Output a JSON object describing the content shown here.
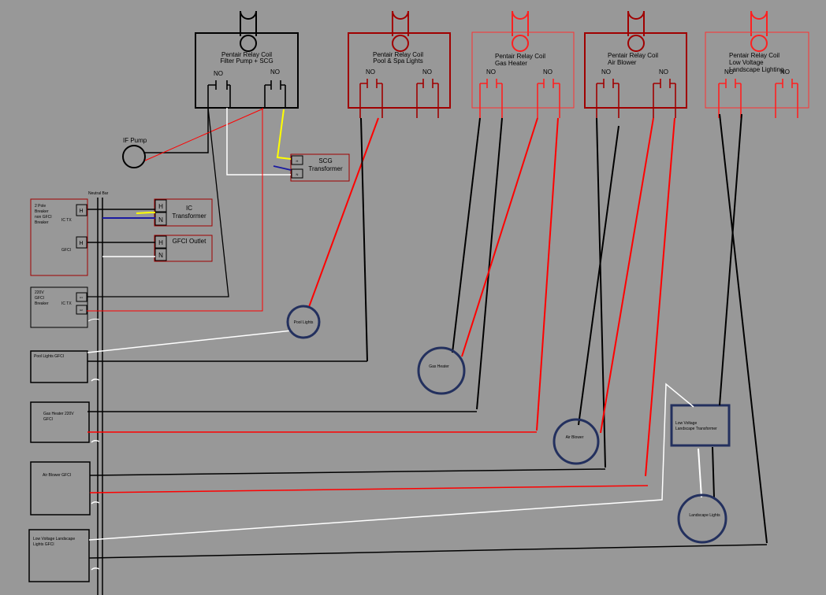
{
  "colors": {
    "background": "#989898",
    "hot": "#ff0000",
    "neutral": "#ffffff",
    "line": "#000000",
    "yellow": "#ffff00",
    "blue": "#1a1aa0",
    "device_ring": "#23305e",
    "relay_dark": "#a00000",
    "relay_light": "#ff3030"
  },
  "relays": [
    {
      "title1": "Pentair Relay Coil",
      "title2": "Filter Pump + SCG",
      "no1": "NO",
      "no2": "NO"
    },
    {
      "title1": "Pentair Relay Coil",
      "title2": "Pool & Spa Lights",
      "no1": "NO",
      "no2": "NO"
    },
    {
      "title1": "Pentair Relay Coil",
      "title2": "Gas Heater",
      "no1": "NO",
      "no2": "NO"
    },
    {
      "title1": "Pentair Relay Coil",
      "title2": "Air Blower",
      "no1": "NO",
      "no2": "NO"
    },
    {
      "title1": "Pentair Relay Coil",
      "title2": "Low Voltage Landscape Lighting",
      "no1": "NO",
      "no2": "NO"
    }
  ],
  "neutral_bar": "Neutral Bar",
  "if_pump": "IF Pump",
  "scg": {
    "h": "H",
    "n": "N",
    "label1": "SCG",
    "label2": "Transformer"
  },
  "ic_transformer": {
    "h": "H",
    "n": "N",
    "label1": "IC",
    "label2": "Transformer"
  },
  "gfci_outlet": {
    "h": "H",
    "n": "N",
    "label": "GFCI Outlet"
  },
  "breaker_2pole": {
    "label1": "2 Pole",
    "label2": "Breaker",
    "label3": "non GFCI",
    "label4": "Breaker",
    "h": "H",
    "ic_tx": "IC TX",
    "h2": "H",
    "gfci": "GFCI"
  },
  "breaker_220": {
    "label1": "220V",
    "label2": "GFCI",
    "label3": "Breaker",
    "ic_tx": "IC TX",
    "t1": "H1",
    "t2": "H2"
  },
  "gfci_boxes": [
    {
      "label1": "Pool Lights GFCI",
      "label2": ""
    },
    {
      "label1": "Gas Heater 220V",
      "label2": "GFCI"
    },
    {
      "label1": "Air Blower GFCI",
      "label2": ""
    },
    {
      "label1": "Low Voltage Landscape",
      "label2": "Lights GFCI"
    }
  ],
  "devices": {
    "pool_lights": "Pool Lights",
    "gas_heater": "Gas Heater",
    "air_blower": "Air Blower",
    "landscape_lights": "Landscape Lights",
    "lv_transformer1": "Low Voltage",
    "lv_transformer2": "Landscape Transformer"
  }
}
